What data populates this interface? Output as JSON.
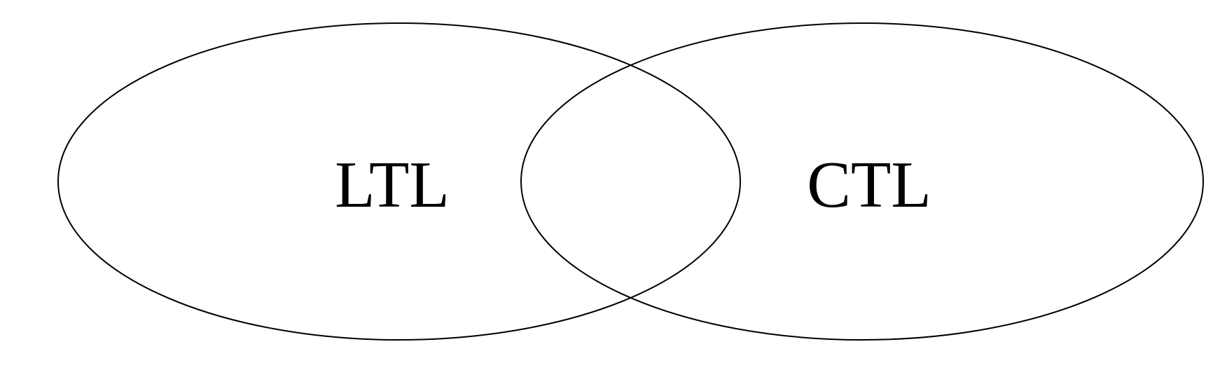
{
  "diagram": {
    "type": "venn",
    "sets": [
      {
        "label": "LTL"
      },
      {
        "label": "CTL"
      }
    ],
    "colors": {
      "stroke": "#000000",
      "background": "#ffffff",
      "text": "#000000"
    }
  }
}
